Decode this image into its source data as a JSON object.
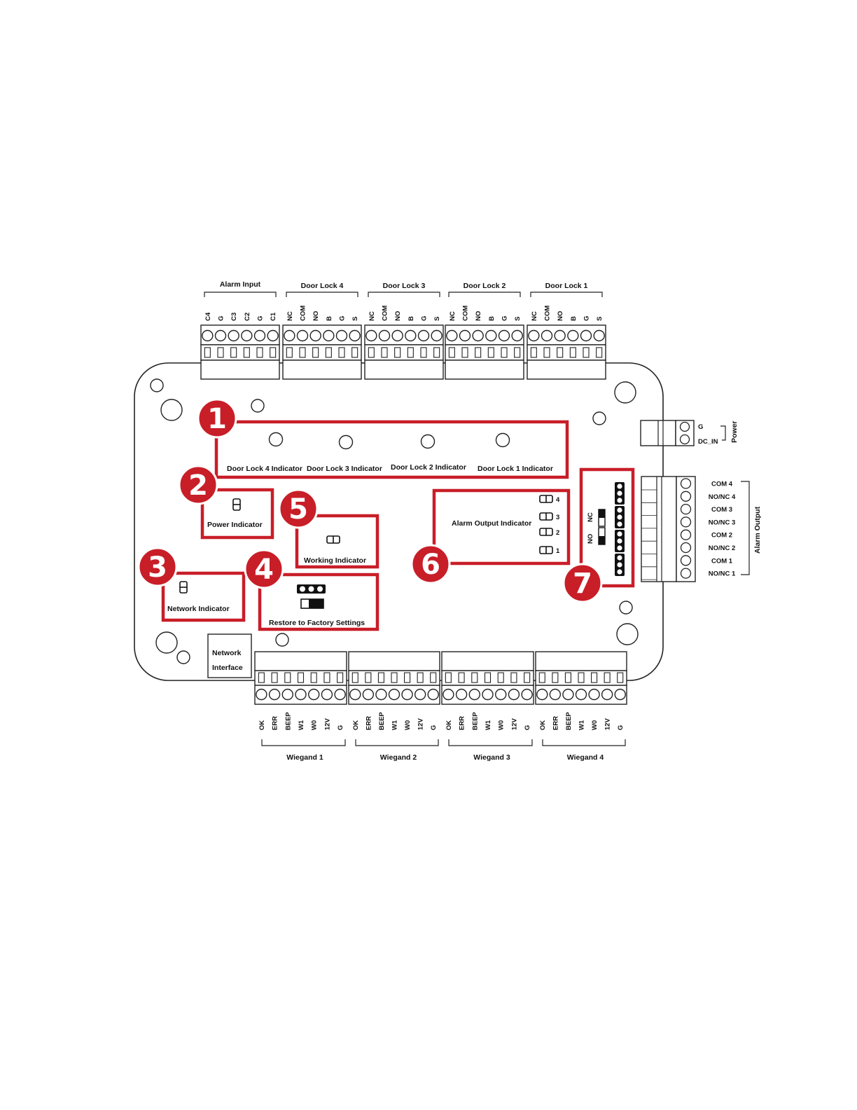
{
  "top_groups": [
    {
      "name": "Alarm Input",
      "pins": [
        "C4",
        "G",
        "C3",
        "C2",
        "G",
        "C1"
      ]
    },
    {
      "name": "Door Lock 4",
      "pins": [
        "NC",
        "COM",
        "NO",
        "B",
        "G",
        "S"
      ]
    },
    {
      "name": "Door Lock 3",
      "pins": [
        "NC",
        "COM",
        "NO",
        "B",
        "G",
        "S"
      ]
    },
    {
      "name": "Door Lock 2",
      "pins": [
        "NC",
        "COM",
        "NO",
        "B",
        "G",
        "S"
      ]
    },
    {
      "name": "Door Lock 1",
      "pins": [
        "NC",
        "COM",
        "NO",
        "B",
        "G",
        "S"
      ]
    }
  ],
  "bottom_groups": [
    {
      "name": "Wiegand 1",
      "pins": [
        "OK",
        "ERR",
        "BEEP",
        "W1",
        "W0",
        "12V",
        "G"
      ]
    },
    {
      "name": "Wiegand 2",
      "pins": [
        "OK",
        "ERR",
        "BEEP",
        "W1",
        "W0",
        "12V",
        "G"
      ]
    },
    {
      "name": "Wiegand 3",
      "pins": [
        "OK",
        "ERR",
        "BEEP",
        "W1",
        "W0",
        "12V",
        "G"
      ]
    },
    {
      "name": "Wiegand 4",
      "pins": [
        "OK",
        "ERR",
        "BEEP",
        "W1",
        "W0",
        "12V",
        "G"
      ]
    }
  ],
  "power": {
    "title": "Power",
    "pins": [
      "G",
      "DC_IN"
    ]
  },
  "alarm_output": {
    "title": "Alarm Output",
    "pins": [
      "COM 4",
      "NO/NC 4",
      "COM 3",
      "NO/NC 3",
      "COM 2",
      "NO/NC 2",
      "COM 1",
      "NO/NC 1"
    ]
  },
  "callouts": [
    {
      "number": "1",
      "labels": [
        "Door Lock 4 Indicator",
        "Door Lock 3 Indicator",
        "Door Lock 2 Indicator",
        "Door Lock 1 Indicator"
      ]
    },
    {
      "number": "2",
      "label": "Power Indicator"
    },
    {
      "number": "3",
      "label": "Network Indicator"
    },
    {
      "number": "4",
      "label": "Restore to Factory Settings"
    },
    {
      "number": "5",
      "label": "Working Indicator"
    },
    {
      "number": "6",
      "label": "Alarm Output Indicator",
      "leds": [
        "4",
        "3",
        "2",
        "1"
      ]
    },
    {
      "number": "7",
      "switch_labels": [
        "NC",
        "NO"
      ]
    }
  ],
  "network_interface": [
    "Network",
    "Interface"
  ],
  "colors": {
    "accent": "#c81e28",
    "line": "#222222",
    "board": "#ffffff"
  }
}
